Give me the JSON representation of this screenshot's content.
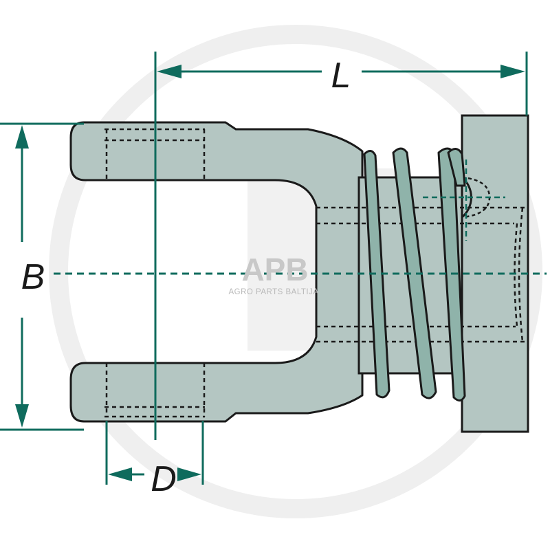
{
  "diagram": {
    "dimensions": {
      "length": "L",
      "bore_spacing": "B",
      "hole_diameter": "D"
    },
    "watermark": {
      "logo_text": "APB",
      "tagline": "AGRO PARTS BALTIJA"
    },
    "colors": {
      "part_fill": "#b4c6c2",
      "spring_fill": "#8fb3aa",
      "dimension_green": "#0f6b5d",
      "outline": "#1a1a1a",
      "watermark_gray": "#e9e9e9"
    }
  }
}
